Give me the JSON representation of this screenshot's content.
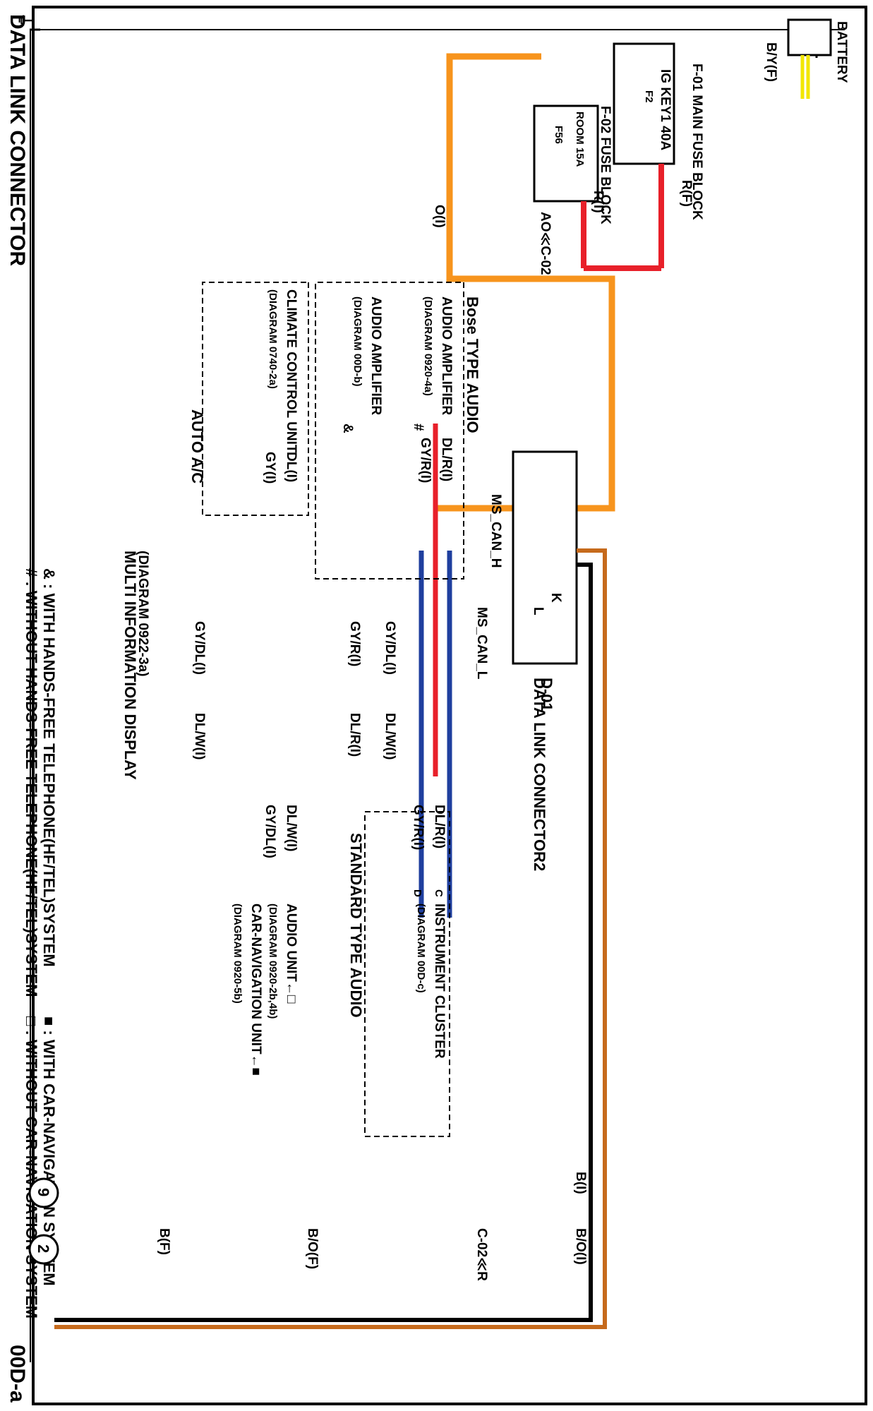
{
  "sheet": {
    "title": "DATA LINK CONNECTOR",
    "code": "00D-a"
  },
  "legend": {
    "hash": "# : WITHOUT HANDS-FREE TELEPHONE(HF/TEL)SYSTEM",
    "amp": "& : WITH HANDS-FREE TELEPHONE(HF/TEL)SYSTEM",
    "square_open": "□ : WITHOUT CAR-NAVIGATION SYSTEM",
    "square_filled": "■ : WITH CAR-NAVIGATION SYSTEM"
  },
  "power": {
    "battery": "BATTERY",
    "battery_wire": "B/Y(F)",
    "main_fuse_block": "F-01 MAIN FUSE BLOCK",
    "ig_key": "IG KEY1 40A",
    "ig_key_id": "F2",
    "main_wire": "R(F)",
    "fuse_block": "F-02 FUSE BLOCK",
    "room": "ROOM 15A",
    "room_id": "F56",
    "room_wire": "R(I)",
    "orange_wire": "O(I)",
    "connector": "AO≪C-02"
  },
  "dlc": {
    "id": "D-01",
    "name": "DATA LINK CONNECTOR2",
    "ms_can_h": "MS_CAN_H",
    "ms_can_l": "MS_CAN_L",
    "pin_l": "L",
    "pin_k": "K"
  },
  "bus": {
    "gy_dl": "GY/DL(I)",
    "dl_w": "DL/W(I)",
    "gy_r": "GY/R(I)",
    "dl_r": "DL/R(I)"
  },
  "bose": {
    "title": "Bose TYPE AUDIO",
    "amp1": "AUDIO AMPLIFIER",
    "amp1_diag": "(DIAGRAM 0920-4a)",
    "amp1_mark": "#",
    "amp2": "AUDIO AMPLIFIER",
    "amp2_diag": "(DIAGRAM 00D-b)",
    "amp2_mark": "&",
    "dl_r": "DL/R(I)",
    "gy_r": "GY/R(I)"
  },
  "climate": {
    "group": "AUTO A/C",
    "name": "CLIMATE CONTROL UNIT",
    "diag": "(DIAGRAM 0740-2a)",
    "dl": "DL(I)",
    "gy": "GY(I)"
  },
  "mid": {
    "name": "MULTI INFORMATION DISPLAY",
    "diag": "(DIAGRAM 0922-3a)",
    "gy_dl": "GY/DL(I)",
    "dl_w": "DL/W(I)"
  },
  "standard": {
    "title": "STANDARD TYPE AUDIO",
    "cluster": "INSTRUMENT CLUSTER",
    "cluster_diag": "(DIAGRAM 00D-c)",
    "dl_r": "DL/R(I)",
    "gy_r": "GY/R(I)"
  },
  "audio_unit": {
    "name": "AUDIO UNIT←□",
    "diag": "(DIAGRAM 0920-2b,4b)",
    "nav": "CAR-NAVIGATION UNIT←■",
    "nav_diag": "(DIAGRAM 0920-5b)",
    "dl_w": "DL/W(I)",
    "gy_dl": "GY/DL(I)"
  },
  "pins": {
    "C": "C",
    "D": "D"
  },
  "ground": {
    "g9": "9",
    "g2": "2",
    "b_i": "B(I)",
    "b_o_i": "B/O(I)",
    "c02": "C-02≪R",
    "b_o_f": "B/O(F)",
    "b_f": "B(F)"
  },
  "colors": {
    "orange": "#f7941d",
    "red": "#e8202a",
    "blue": "#1f3f9e",
    "gray": "#a0a0a0",
    "brown": "#c66a1c",
    "yellow": "#f2e600"
  }
}
